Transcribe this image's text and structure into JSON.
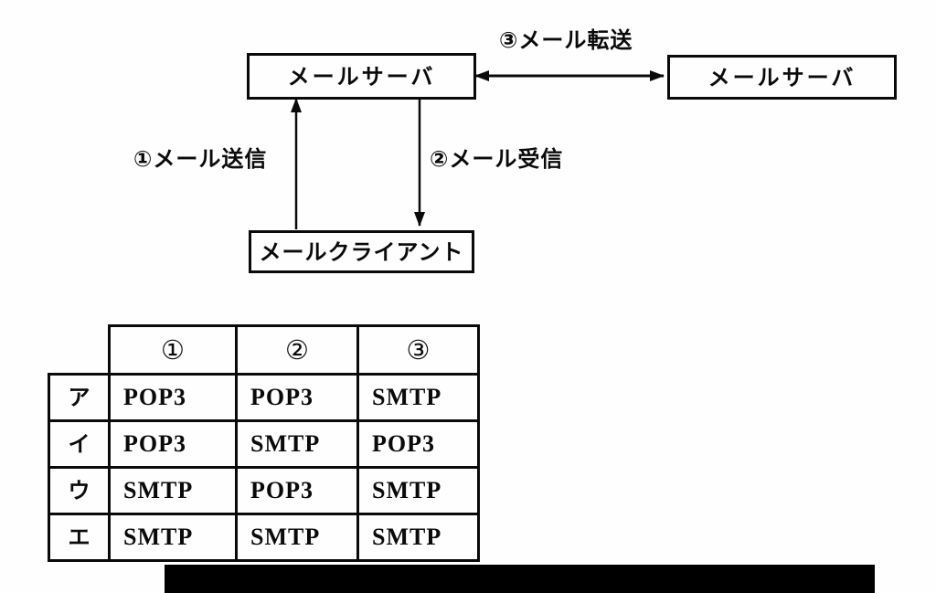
{
  "diagram": {
    "server_left_label": "メールサーバ",
    "server_right_label": "メールサーバ",
    "client_label": "メールクライアント",
    "label_send": "①メール送信",
    "label_receive": "②メール受信",
    "label_transfer": "③メール転送"
  },
  "table": {
    "col_headers": [
      "①",
      "②",
      "③"
    ],
    "rows": [
      {
        "label": "ア",
        "values": [
          "POP3",
          "POP3",
          "SMTP"
        ]
      },
      {
        "label": "イ",
        "values": [
          "POP3",
          "SMTP",
          "POP3"
        ]
      },
      {
        "label": "ウ",
        "values": [
          "SMTP",
          "POP3",
          "SMTP"
        ]
      },
      {
        "label": "エ",
        "values": [
          "SMTP",
          "SMTP",
          "SMTP"
        ]
      }
    ]
  },
  "redaction": {
    "present": true,
    "color": "#000000"
  },
  "colors": {
    "ink": "#0a0a0a",
    "background": "#fefefe"
  }
}
